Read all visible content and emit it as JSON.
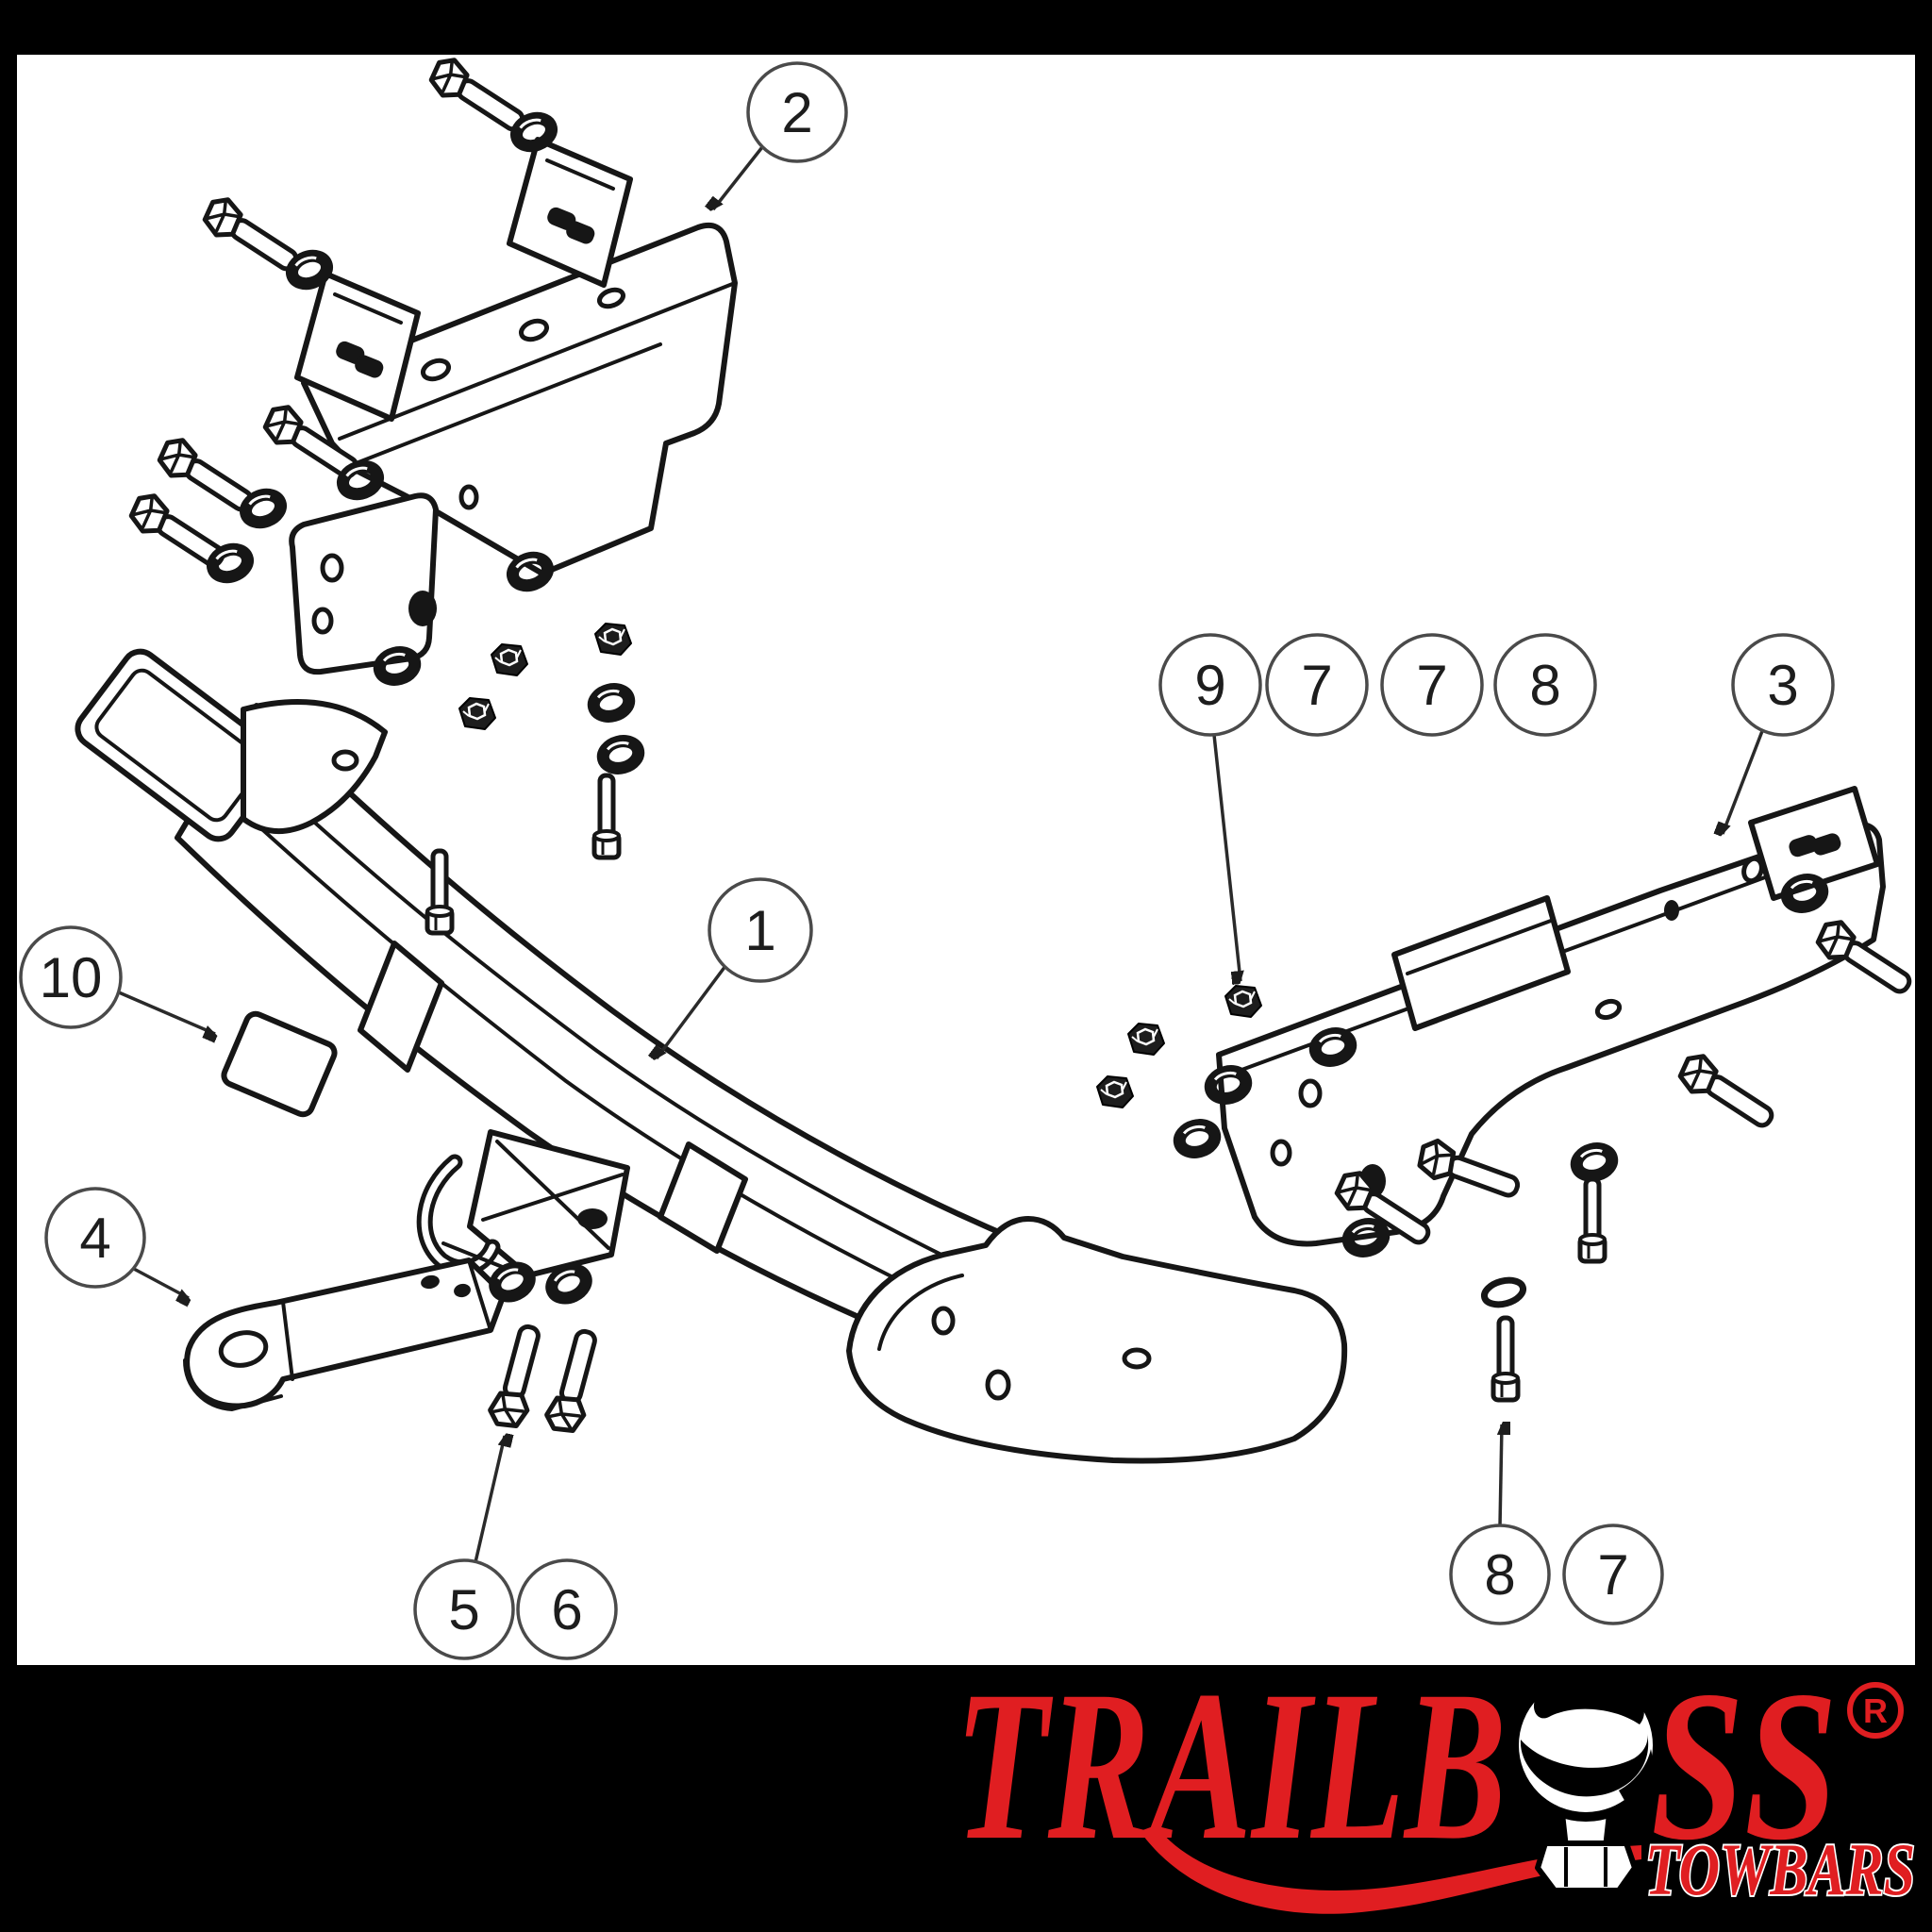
{
  "callouts": [
    {
      "id": "2",
      "label": "2"
    },
    {
      "id": "9",
      "label": "9"
    },
    {
      "id": "7a",
      "label": "7"
    },
    {
      "id": "7b",
      "label": "7"
    },
    {
      "id": "8a",
      "label": "8"
    },
    {
      "id": "3",
      "label": "3"
    },
    {
      "id": "1",
      "label": "1"
    },
    {
      "id": "10",
      "label": "10"
    },
    {
      "id": "4",
      "label": "4"
    },
    {
      "id": "5",
      "label": "5"
    },
    {
      "id": "6",
      "label": "6"
    },
    {
      "id": "8b",
      "label": "8"
    },
    {
      "id": "7c",
      "label": "7"
    }
  ],
  "logo": {
    "brand_left": "TRAILB",
    "brand_right": "SS",
    "registered": "R",
    "tagline": "TOWBARS"
  },
  "colors": {
    "logo_red": "#e01e21",
    "ink": "#161616",
    "frame": "#000000",
    "paper": "#ffffff"
  }
}
